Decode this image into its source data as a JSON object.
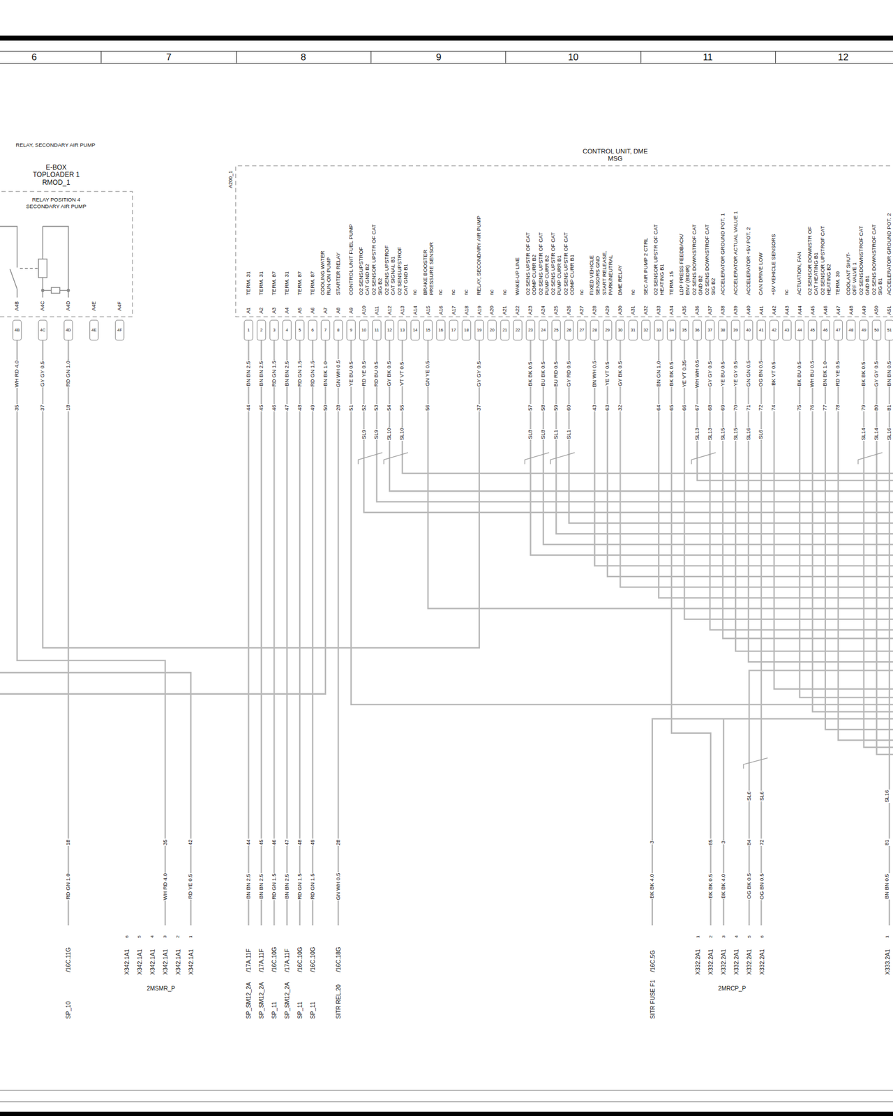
{
  "diagram": {
    "nodes": [
      {
        "text": [
          "E-BOX TOPLOADER 1 RMOD_1",
          "RELAY POSITION 4 SECONDARY AIR PUMP"
        ]
      },
      {
        "text": [
          "CONTROL UNIT, DME MSG"
        ]
      }
    ],
    "edges": [
      {
        "from": 0,
        "to": 1,
        "arrow": "none"
      }
    ],
    "labels": [
      "6",
      "7",
      "8",
      "9",
      "10",
      "11",
      "12",
      "RELAY, SECONDARY AIR PUMP",
      "A200_1",
      "TERM. 31",
      "TERM. 31",
      "TERM. 87",
      "TERM. 31",
      "TERM. 87",
      "TERM. 87",
      "COOLING WATER RUN-ON PUMP",
      "STARTER RELAY",
      "CONTROL UNIT FUEL PUMP",
      "O2 SENSUPSTROF CAT GND B2",
      "O2 SENSOR UPSTR OF CAT SIG B2",
      "O2 SENS UPSTROF CAT SIGNAL B1",
      "O2 SENSUPSTROF CAT GND B1",
      "nc",
      "BRAKE BOOSTER PRESSURE SENSOR",
      "nc",
      "nc",
      "nc",
      "RELAY, SECONDARY AIR PUMP",
      "nc",
      "nc",
      "WAKE-UP LINE",
      "O2 SENS UPSTR OF CAT COMP CURR B2",
      "O2 SENS UPSTR OF CAT PUMP CURR B2",
      "O2 SENS UPSTR OF CAT PUMP CURR B1",
      "O2 SENS UPSTR OF CAT COMP CURR B1",
      "nc",
      "FIXED VEHICLE SENSORS GND",
      "START RELEASE, PARK/NEUTRAL",
      "DME RELAY",
      "nc",
      "SEC AIR PUMP 2 CTRL",
      "O2 SENSOR UPSTR OF CAT HEATING B1",
      "TERM. 15",
      "LDP PRESS FEEDBACK/ ENV (BIDIR)",
      "O2 SENS DOWNSTROF CAT GND B2",
      "O2 SENS DOWNSTROF CAT SIG B2",
      "ACCELERATOR GROUND POT. 1",
      "ACCELERATOR ACTUAL VALUE 1",
      "ACCELERATOR +5V POT. 2",
      "CAN DRIVE LOW",
      "+5V VEHICLE SENSORS",
      "nc",
      "ACTUATION, FAN",
      "O2 SENSOR DOWNSTR OF CAT HEATING B1",
      "O2 SENSOR UPSTROF CAT HEATING B2",
      "TERM. 30",
      "COOLANT SHUT-OFF VALVE 1",
      "O2 SENSDOWNSTROF CAT GND B1",
      "O2 SENS DOWNSTROF CAT SIG B1",
      "ACCELERATOR GROUND POT. 2",
      "A1",
      "A2",
      "A3",
      "A4",
      "A5",
      "A6",
      "A7",
      "A8",
      "A9",
      "A10",
      "A11",
      "A12",
      "A13",
      "A14",
      "A15",
      "A16",
      "A17",
      "A18",
      "A19",
      "A20",
      "A21",
      "A22",
      "A23",
      "A24",
      "A25",
      "A26",
      "A27",
      "A28",
      "A29",
      "A30",
      "A31",
      "A32",
      "A33",
      "A34",
      "A35",
      "A36",
      "A37",
      "A38",
      "A39",
      "A40",
      "A41",
      "A42",
      "A43",
      "A44",
      "A45",
      "A46",
      "A47",
      "A48",
      "A49",
      "A50",
      "A51",
      "1",
      "2",
      "3",
      "4",
      "5",
      "6",
      "7",
      "8",
      "9",
      "10",
      "11",
      "12",
      "13",
      "14",
      "15",
      "16",
      "17",
      "18",
      "19",
      "20",
      "21",
      "22",
      "23",
      "24",
      "25",
      "26",
      "27",
      "28",
      "29",
      "30",
      "31",
      "32",
      "33",
      "34",
      "35",
      "36",
      "37",
      "38",
      "39",
      "40",
      "41",
      "42",
      "43",
      "44",
      "45",
      "46",
      "47",
      "48",
      "49",
      "50",
      "51",
      "A4B",
      "A4C",
      "A4D",
      "A4E",
      "A4F",
      "4B",
      "4C",
      "4D",
      "4E",
      "4F",
      "WH RD 4.0",
      "35",
      "GY GY 0.5",
      "37",
      "RD GN 1.0",
      "18",
      "BN BN 2.5",
      "44",
      "BN BN 2.5",
      "45",
      "RD GN 1.5",
      "46",
      "BN BN 2.5",
      "47",
      "RD GN 1.5",
      "48",
      "RD GN 1.5",
      "49",
      "BN BK 1.0",
      "50",
      "GN WH 0.5",
      "28",
      "YE BU 0.5",
      "51",
      "RD YE 0.5",
      "52",
      "SL9",
      "RD BU 0.5",
      "53",
      "SL9",
      "GY BK 0.5",
      "54",
      "SL10",
      "VT VT 0.5",
      "55",
      "SL10",
      "GN YE 0.5",
      "56",
      "GY GY 0.5",
      "37",
      "BK BK 0.5",
      "57",
      "SL8",
      "BU BK 0.5",
      "58",
      "SL8",
      "BU RD 0.5",
      "59",
      "SL1",
      "GY RD 0.5",
      "60",
      "SL1",
      "BN WH 0.5",
      "43",
      "YE VT 0.5",
      "63",
      "GY BK 0.5",
      "32",
      "BN GN 1.0",
      "64",
      "BK BK 0.5",
      "65",
      "YE VT 0.35",
      "66",
      "WH WH 0.5",
      "67",
      "SL13",
      "GY GY 0.5",
      "68",
      "SL13",
      "YE BU 0.5",
      "69",
      "SL15",
      "YE GY 0.5",
      "70",
      "SL15",
      "GN GN 0.5",
      "71",
      "SL16",
      "OG BN 0.5",
      "72",
      "SL6",
      "BK VT 0.5",
      "74",
      "BK BU 0.5",
      "75",
      "WH BU 0.5",
      "76",
      "BN BK 1.0",
      "77",
      "RD YE 0.5",
      "78",
      "BK BK 0.5",
      "79",
      "SL14",
      "GY GY 0.5",
      "80",
      "SL14",
      "BN BN 0.5",
      "81",
      "SL16",
      "18",
      "RD GN 1.0",
      "SP_10",
      "/16C.11G",
      "X342.1A1",
      "6",
      "X342.1A1",
      "5",
      "X342.1A1",
      "4",
      "35",
      "WH RD 4.0",
      "X342.1A1",
      "3",
      "X342.1A1",
      "2",
      "42",
      "RD YE 0.5",
      "X342.1A1",
      "1",
      "2MSMR_P",
      "44",
      "BN BN 2.5",
      "SP_SM12_2A",
      "/17A.11F",
      "45",
      "BN BN 2.5",
      "SP_SM12_2A",
      "/17A.11F",
      "46",
      "RD GN 1.5",
      "SP_11",
      "/16C.10G",
      "47",
      "BN BN 2.5",
      "SP_SM12_2A",
      "/17A.11F",
      "48",
      "RD GN 1.5",
      "SP_11",
      "/16C.10G",
      "49",
      "RD GN 1.5",
      "SP_11",
      "/16C.10G",
      "28",
      "GN WH 0.5",
      "SITR REL.20",
      "/16C.18G",
      "3",
      "BK BK 4.0",
      "SITR FUSE F1",
      "/16C.5G",
      "X332.2A1",
      "1",
      "65",
      "BK BK 0.5",
      "X332.2A1",
      "2",
      "3",
      "BK BK 4.0",
      "X332.2A1",
      "3",
      "X332.2A1",
      "4",
      "SL6",
      "84",
      "OG BK 0.5",
      "X332.2A1",
      "5",
      "SL6",
      "72",
      "OG BN 0.5",
      "X332.2A1",
      "6",
      "2MRCP_P",
      "SL16",
      "81",
      "BN BN 0.5",
      "X333.2A1",
      "1"
    ]
  }
}
